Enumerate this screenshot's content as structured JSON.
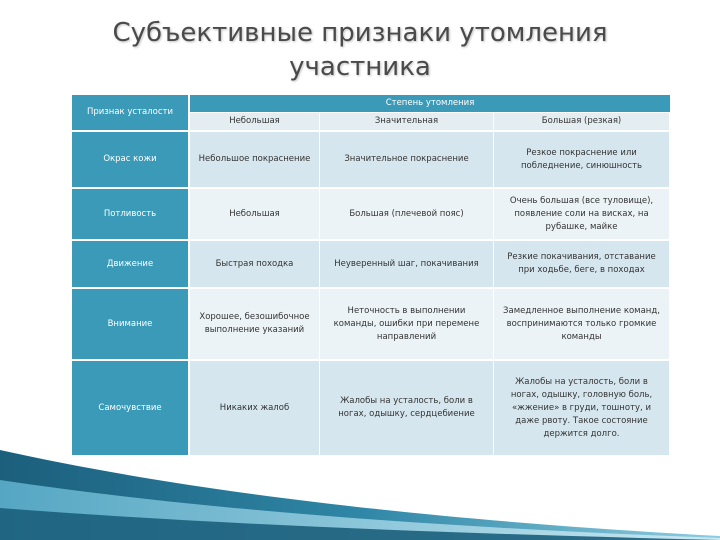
{
  "title": {
    "line1": "Субъективные признаки утомления",
    "line2": "участника"
  },
  "table": {
    "corner_header": "Признак усталости",
    "group_header": "Степень утомления",
    "columns": [
      "Небольшая",
      "Значительная",
      "Большая (резкая)"
    ],
    "rows": [
      {
        "label": "Окрас кожи",
        "cells": [
          "Небольшое покраснение",
          "Значительное покраснение",
          "Резкое покраснение или побледнение, синюшность"
        ]
      },
      {
        "label": "Потливость",
        "cells": [
          "Небольшая",
          "Большая (плечевой пояс)",
          "Очень большая (все туловище), появление соли на висках, на рубашке, майке"
        ]
      },
      {
        "label": "Движение",
        "cells": [
          "Быстрая походка",
          "Неуверенный шаг, покачивания",
          "Резкие покачивания, отставание при ходьбе, беге, в походах"
        ]
      },
      {
        "label": "Внимание",
        "cells": [
          "Хорошее, безошибочное выполнение указаний",
          "Неточность в выполнении команды, ошибки при перемене направлений",
          "Замедленное выполнение команд, воспринимаются только громкие команды"
        ]
      },
      {
        "label": "Самочувствие",
        "cells": [
          "Никаких жалоб",
          "Жалобы на усталость, боли в ногах, одышку, сердцебиение",
          "Жалобы на усталость, боли в ногах, одышку, головную боль, «жжение» в груди, тошноту, и даже рвоту. Такое состояние держится долго."
        ]
      }
    ]
  },
  "colors": {
    "header_blue": "#3b9ab7",
    "row_odd": "#d6e6ee",
    "row_even": "#ecf3f6",
    "decor_dark": "#1b5f7c",
    "decor_light": "#8ccde0"
  }
}
